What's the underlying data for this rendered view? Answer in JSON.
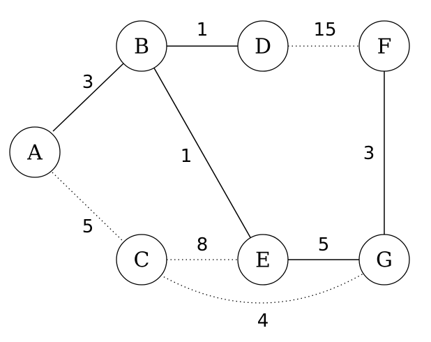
{
  "nodes": {
    "A": "A",
    "B": "B",
    "C": "C",
    "D": "D",
    "E": "E",
    "F": "F",
    "G": "G"
  },
  "edges": {
    "A-B": {
      "weight": "3",
      "style": "solid"
    },
    "B-D": {
      "weight": "1",
      "style": "solid"
    },
    "D-F": {
      "weight": "15",
      "style": "dotted"
    },
    "B-E": {
      "weight": "1",
      "style": "solid"
    },
    "F-G": {
      "weight": "3",
      "style": "solid"
    },
    "A-C": {
      "weight": "5",
      "style": "dotted"
    },
    "C-E": {
      "weight": "8",
      "style": "dotted"
    },
    "E-G": {
      "weight": "5",
      "style": "solid"
    },
    "C-G": {
      "weight": "4",
      "style": "dotted"
    }
  },
  "colors": {
    "stroke": "#000000",
    "node_fill": "#ffffff",
    "background": "#ffffff"
  }
}
